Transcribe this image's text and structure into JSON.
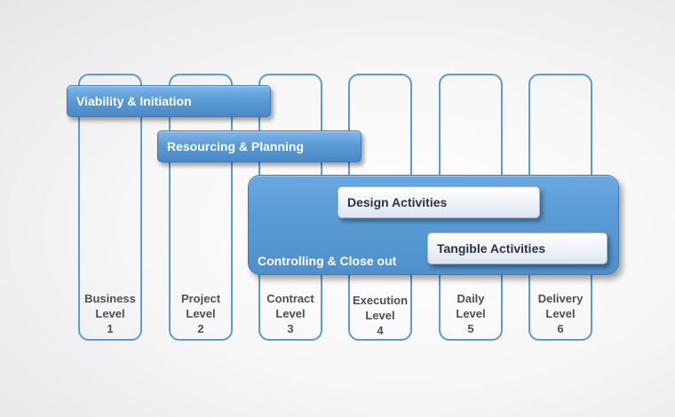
{
  "phases": {
    "viability": "Viability & Initiation",
    "resourcing": "Resourcing & Planning",
    "controlling": "Controlling & Close out",
    "design": "Design Activities",
    "tangible": "Tangible Activities"
  },
  "levels": [
    {
      "name": "Business",
      "word": "Level",
      "number": "1"
    },
    {
      "name": "Project",
      "word": "Level",
      "number": "2"
    },
    {
      "name": "Contract",
      "word": "Level",
      "number": "3"
    },
    {
      "name": "Execution",
      "word": "Level",
      "number": "4"
    },
    {
      "name": "Daily",
      "word": "Level",
      "number": "5"
    },
    {
      "name": "Delivery",
      "word": "Level",
      "number": "6"
    }
  ],
  "colors": {
    "accent": "#5b9bd5",
    "label_text": "#4a4f5a",
    "inner_bar": "#eef1f8"
  }
}
